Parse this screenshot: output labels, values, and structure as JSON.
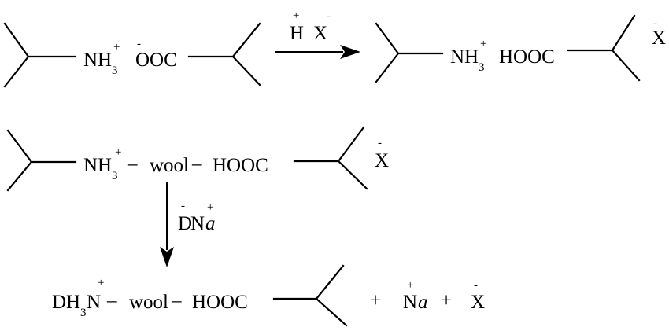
{
  "reaction_1": {
    "reactant": {
      "amine_group": "NH",
      "amine_subscript": "3",
      "amine_charge": "+",
      "carboxylate_group": "OOC",
      "carboxylate_charge": "-"
    },
    "reagent": {
      "proton": "H",
      "proton_charge": "+",
      "anion": "X",
      "anion_charge": "-"
    },
    "product": {
      "amine_group": "NH",
      "amine_subscript": "3",
      "amine_charge": "+",
      "acid_group": "HOOC",
      "counter_ion": "X",
      "counter_ion_charge": "-"
    }
  },
  "reaction_2": {
    "reactant": {
      "amine_group": "NH",
      "amine_subscript": "3",
      "amine_charge": "+",
      "dash_left": "–",
      "fiber": "wool",
      "dash_right": "–",
      "acid_group": "HOOC",
      "counter_ion": "X",
      "counter_ion_charge": "-"
    },
    "reagent": {
      "dye": "D",
      "dye_charge": "-",
      "cation": "N",
      "cation_italic": "a",
      "cation_charge": "+"
    },
    "product": {
      "dyed_amine_prefix": "DH",
      "dyed_amine_subscript": "3",
      "dyed_amine_atom": "N",
      "dyed_amine_charge": "+",
      "dash_left": "–",
      "fiber": "wool",
      "dash_right": "–",
      "acid_group": "HOOC",
      "plus_1": "+",
      "cation": "N",
      "cation_italic": "a",
      "cation_charge": "+",
      "plus_2": "+",
      "counter_ion": "X",
      "counter_ion_charge": "-"
    }
  }
}
